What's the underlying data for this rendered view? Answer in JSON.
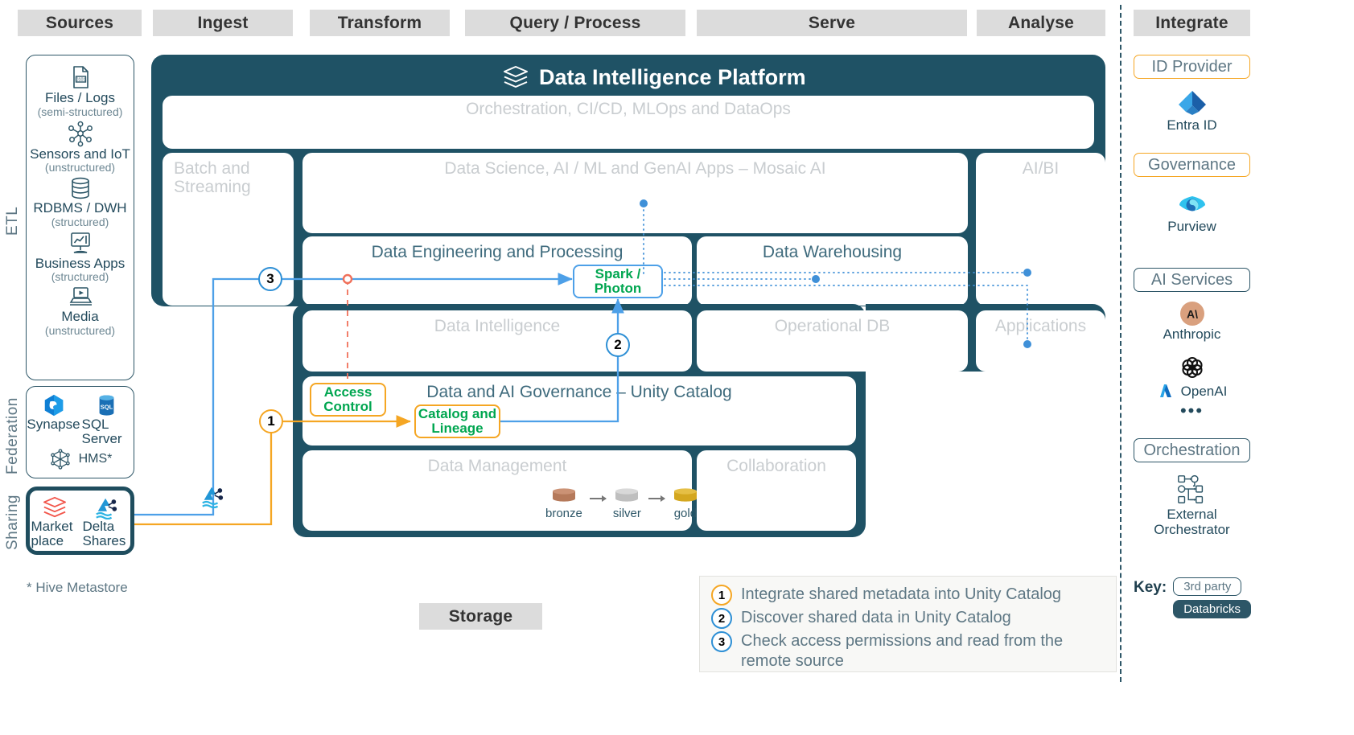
{
  "header": {
    "tabs": [
      {
        "label": "Sources"
      },
      {
        "label": "Ingest"
      },
      {
        "label": "Transform"
      },
      {
        "label": "Query / Process"
      },
      {
        "label": "Serve"
      },
      {
        "label": "Analyse"
      },
      {
        "label": "Integrate"
      }
    ],
    "storage_tab": "Storage"
  },
  "rails": [
    {
      "label": "ETL"
    },
    {
      "label": "Federation"
    },
    {
      "label": "Sharing"
    }
  ],
  "sources": {
    "etl_items": [
      {
        "name": "Files / Logs",
        "sub": "(semi-structured)",
        "icon": "file-logs-icon"
      },
      {
        "name": "Sensors and IoT",
        "sub": "(unstructured)",
        "icon": "sensors-iot-icon"
      },
      {
        "name": "RDBMS / DWH",
        "sub": "(structured)",
        "icon": "database-icon"
      },
      {
        "name": "Business Apps",
        "sub": "(structured)",
        "icon": "business-apps-icon"
      },
      {
        "name": "Media",
        "sub": "(unstructured)",
        "icon": "media-icon"
      }
    ],
    "federation_items": [
      {
        "name": "Synapse",
        "icon": "azure-synapse-icon"
      },
      {
        "name": "SQL Server",
        "icon": "sql-server-icon"
      },
      {
        "name": "HMS*",
        "icon": "hive-metastore-icon"
      }
    ],
    "sharing_items": [
      {
        "name": "Market place",
        "icon": "databricks-marketplace-icon"
      },
      {
        "name": "Delta Shares",
        "icon": "delta-sharing-icon"
      }
    ],
    "footnote": "* Hive Metastore"
  },
  "platform": {
    "title": "Data Intelligence Platform",
    "logo_icon": "databricks-logo-icon",
    "orchestration": "Orchestration, CI/CD, MLOps and DataOps",
    "boxes": [
      {
        "label": "Batch and Streaming",
        "name": "batch-and-streaming-box"
      },
      {
        "label": "Data Science, AI / ML and GenAI Apps – Mosaic AI",
        "name": "data-science-box"
      },
      {
        "label": "AI/BI",
        "name": "ai-bi-box"
      },
      {
        "label": "Data Engineering and Processing",
        "name": "data-engineering-box"
      },
      {
        "label": "Data Warehousing",
        "name": "data-warehousing-box"
      },
      {
        "label": "Data Intelligence",
        "name": "data-intelligence-box"
      },
      {
        "label": "Operational DB",
        "name": "operational-db-box"
      },
      {
        "label": "Applications",
        "name": "applications-box"
      },
      {
        "label": "Data and AI Governance – Unity Catalog",
        "name": "unity-catalog-box"
      },
      {
        "label": "Data Management",
        "name": "data-management-box"
      },
      {
        "label": "Collaboration",
        "name": "collaboration-box"
      }
    ],
    "chips": [
      {
        "label": "Spark / Photon",
        "name": "spark-photon-chip"
      },
      {
        "label": "Access Control",
        "name": "access-control-chip"
      },
      {
        "label": "Catalog and Lineage",
        "name": "catalog-and-lineage-chip"
      }
    ],
    "medallion": [
      {
        "name": "bronze",
        "color": "#b5795a"
      },
      {
        "name": "silver",
        "color": "#bfbfbf"
      },
      {
        "name": "gold",
        "color": "#d4a71f"
      }
    ]
  },
  "integrate": {
    "sections": [
      {
        "title": "ID Provider",
        "style": "third",
        "items": [
          {
            "name": "Entra ID",
            "icon": "entra-id-icon"
          }
        ]
      },
      {
        "title": "Governance",
        "style": "third",
        "items": [
          {
            "name": "Purview",
            "icon": "microsoft-purview-icon"
          }
        ]
      },
      {
        "title": "AI Services",
        "style": "dbx",
        "items": [
          {
            "name": "Anthropic",
            "icon": "anthropic-icon"
          },
          {
            "name": "OpenAI",
            "icon": "openai-icon"
          },
          {
            "name": "•••",
            "icon": "more-icon"
          }
        ]
      },
      {
        "title": "Orchestration",
        "style": "dbx",
        "items": [
          {
            "name": "External Orchestrator",
            "icon": "external-orchestrator-icon"
          }
        ]
      }
    ],
    "key": {
      "label": "Key:",
      "tags": [
        {
          "label": "3rd party",
          "style": "third"
        },
        {
          "label": "Databricks",
          "style": "dbx"
        }
      ]
    }
  },
  "legend": {
    "steps": [
      {
        "num": "1",
        "text": "Integrate shared metadata into Unity Catalog",
        "color": "amber"
      },
      {
        "num": "2",
        "text": "Discover shared data in Unity Catalog",
        "color": "blue"
      },
      {
        "num": "3",
        "text": "Check access permissions and read from the remote source",
        "color": "blue"
      }
    ]
  },
  "badges": [
    {
      "num": "3",
      "color": "blue"
    },
    {
      "num": "2",
      "color": "blue"
    },
    {
      "num": "1",
      "color": "amber"
    }
  ],
  "colors": {
    "teal": "#1f5265",
    "amber": "#f5a623",
    "blue": "#4da0e8",
    "green": "#00a650",
    "red": "#f0705a",
    "grey_tab": "#dcdcdc",
    "muted": "#c9cdd0"
  }
}
